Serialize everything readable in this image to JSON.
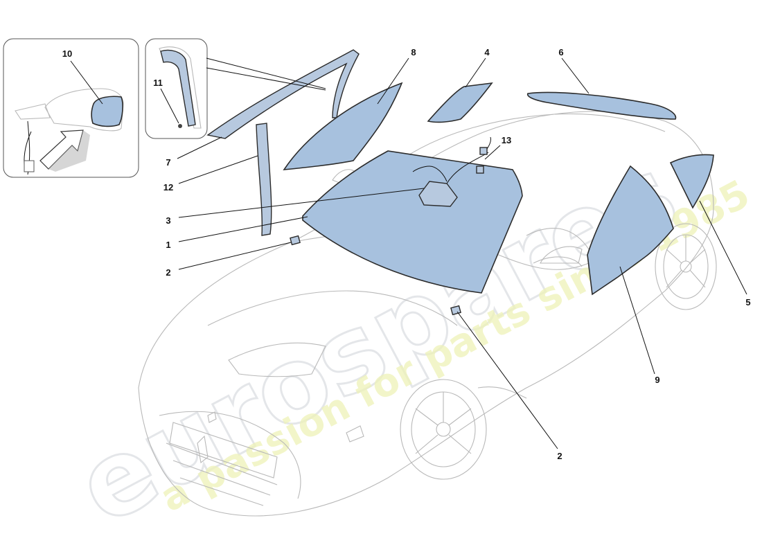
{
  "watermark": {
    "brand": "eurospares",
    "tagline": "a passion for parts since 1985"
  },
  "callouts": [
    {
      "id": "c10",
      "text": "10"
    },
    {
      "id": "c11",
      "text": "11"
    },
    {
      "id": "c8",
      "text": "8"
    },
    {
      "id": "c4",
      "text": "4"
    },
    {
      "id": "c6",
      "text": "6"
    },
    {
      "id": "c13",
      "text": "13"
    },
    {
      "id": "c7",
      "text": "7"
    },
    {
      "id": "c12",
      "text": "12"
    },
    {
      "id": "c3",
      "text": "3"
    },
    {
      "id": "c1",
      "text": "1"
    },
    {
      "id": "c2a",
      "text": "2"
    },
    {
      "id": "c5",
      "text": "5"
    },
    {
      "id": "c9",
      "text": "9"
    },
    {
      "id": "c2b",
      "text": "2"
    }
  ],
  "colors": {
    "glass_fill": "#a7c1de",
    "outline": "#2b2b2b",
    "car_line": "#b8b8b8"
  }
}
